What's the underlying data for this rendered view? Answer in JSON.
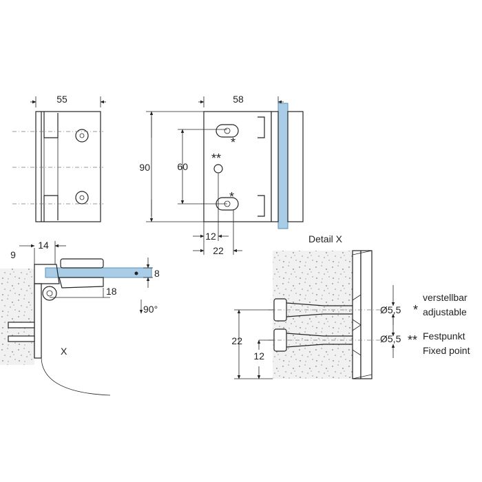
{
  "front_view": {
    "width_dim": "55"
  },
  "side_view": {
    "width_dim": "58",
    "height_dim": "90",
    "hole_spacing_dim": "60",
    "offset_dim_a": "12",
    "offset_dim_b": "22",
    "mark_adjustable": "*",
    "mark_fixed": "**"
  },
  "top_view": {
    "dim_9": "9",
    "dim_14": "14",
    "dim_8": "8",
    "dim_18": "18",
    "angle": "90°",
    "detail_marker": "X"
  },
  "detail_x": {
    "title": "Detail X",
    "dim_22": "22",
    "dim_12": "12",
    "diameter_1": "Ø5,5",
    "diameter_2": "Ø5,5",
    "star_1": "*",
    "star_2": "**",
    "legend_adjustable_de": "verstellbar",
    "legend_adjustable_en": "adjustable",
    "legend_fixed_de": "Festpunkt",
    "legend_fixed_en": "Fixed point"
  },
  "colors": {
    "glass": "#a9cde6",
    "line": "#222222"
  }
}
